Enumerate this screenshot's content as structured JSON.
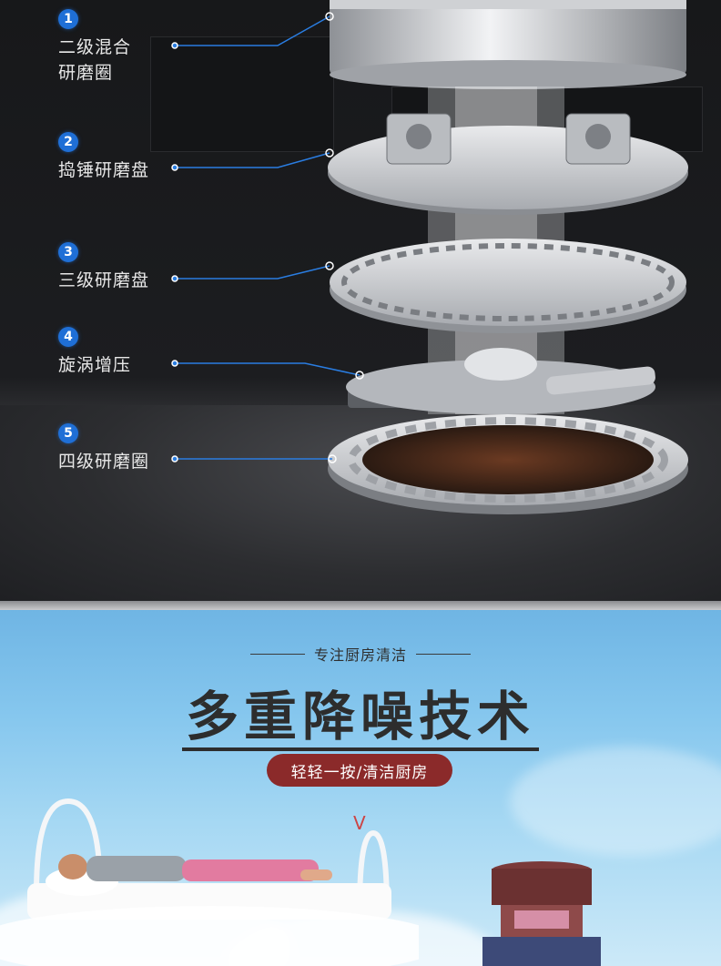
{
  "labels": [
    {
      "num": "1",
      "line1": "二级混合",
      "line2": "研磨圈"
    },
    {
      "num": "2",
      "line1": "捣锤研磨盘",
      "line2": ""
    },
    {
      "num": "3",
      "line1": "三级研磨盘",
      "line2": ""
    },
    {
      "num": "4",
      "line1": "旋涡增压",
      "line2": ""
    },
    {
      "num": "5",
      "line1": "四级研磨圈",
      "line2": ""
    }
  ],
  "banner": {
    "subtitle": "专注厨房清洁",
    "headline": "多重降噪技术",
    "pill": "轻轻一按/清洁厨房",
    "chevron": "V"
  },
  "colors": {
    "accent_blue": "#1f6fd6",
    "pill_red": "#8b2a2a",
    "headline": "#2d2d2d"
  }
}
